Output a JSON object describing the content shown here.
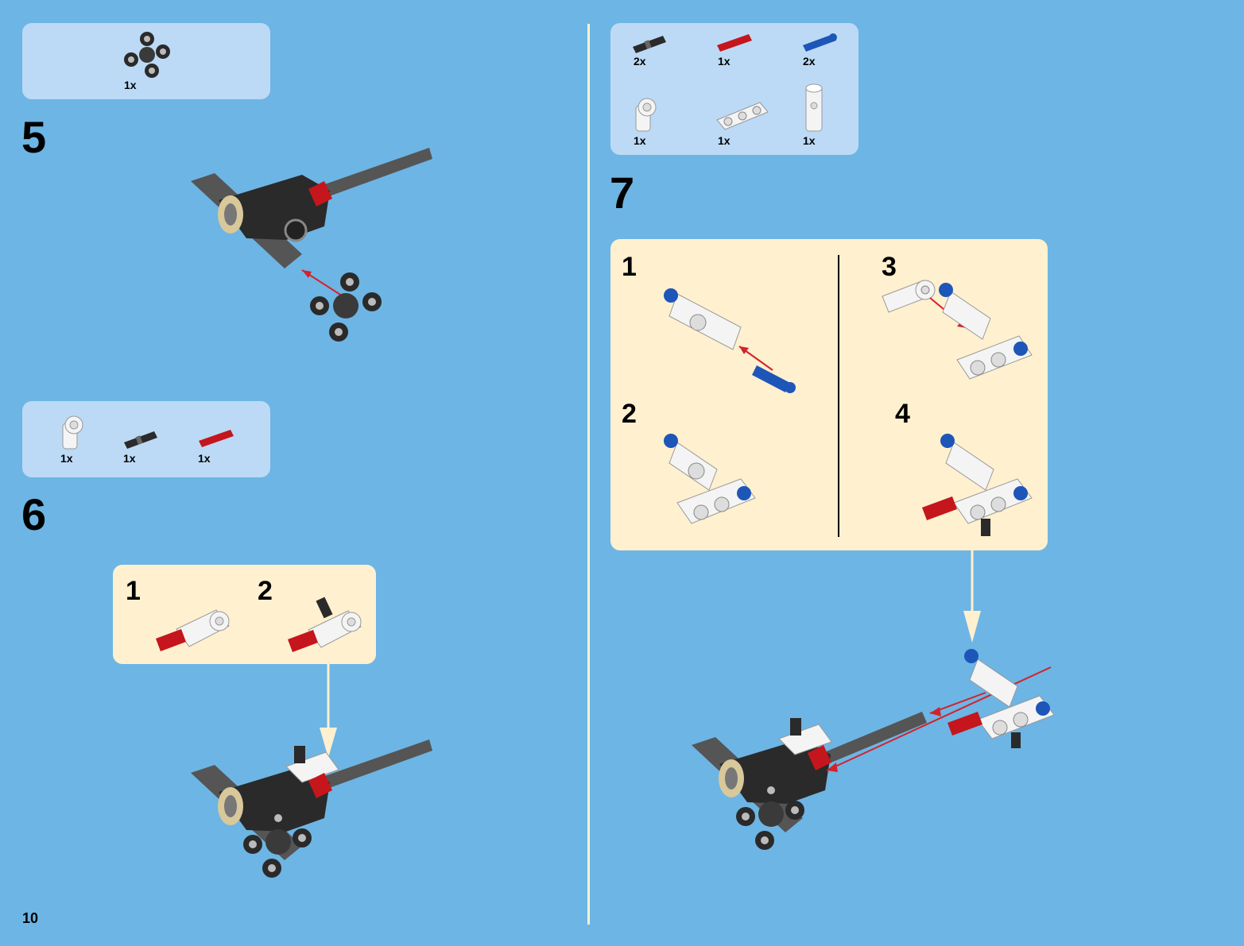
{
  "page_number": "10",
  "step5": {
    "number": "5",
    "parts": [
      {
        "qty": "1x",
        "icon": "wheel-hub-icon"
      }
    ]
  },
  "step6": {
    "number": "6",
    "parts": [
      {
        "qty": "1x",
        "icon": "white-connector-icon"
      },
      {
        "qty": "1x",
        "icon": "black-pin-icon"
      },
      {
        "qty": "1x",
        "icon": "red-axle-icon"
      }
    ],
    "substeps": [
      "1",
      "2"
    ]
  },
  "step7": {
    "number": "7",
    "parts": [
      {
        "qty": "2x",
        "icon": "black-pin-icon"
      },
      {
        "qty": "1x",
        "icon": "red-axle-icon"
      },
      {
        "qty": "2x",
        "icon": "blue-pin-icon"
      },
      {
        "qty": "1x",
        "icon": "white-connector-icon"
      },
      {
        "qty": "1x",
        "icon": "white-beam-icon"
      },
      {
        "qty": "1x",
        "icon": "white-axle-connector-icon"
      }
    ],
    "substeps": [
      "1",
      "3",
      "2",
      "4"
    ]
  },
  "colors": {
    "page_background": "#6db5e4",
    "parts_box": "#bcdaf5",
    "substep_box": "#fff0cf",
    "arrow_red": "#d3222a",
    "arrow_cream": "#fff0cf",
    "brick_black": "#2a2a2a",
    "brick_red": "#c4161c",
    "brick_blue": "#1d56b8",
    "brick_white": "#f4f4f4",
    "axle_gray": "#555555",
    "gear_tan": "#d8c89a"
  }
}
